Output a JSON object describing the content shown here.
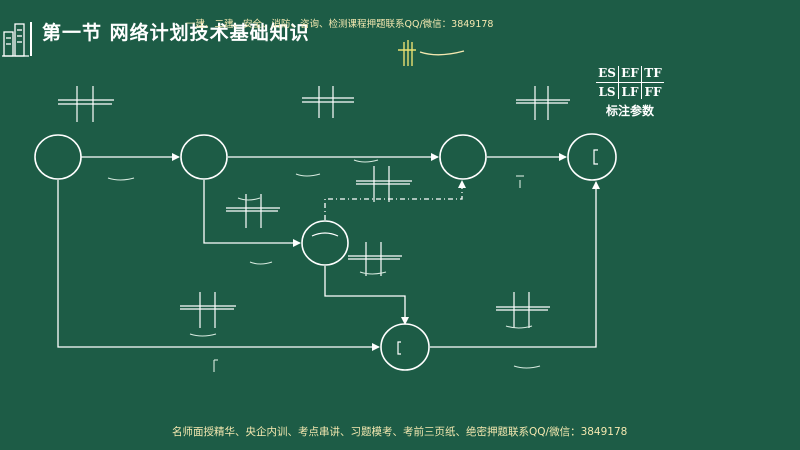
{
  "slide": {
    "title": "第一节   网络计划技术基础知识",
    "watermark": "一建、二建、安全、消防、咨询、检测课程押题联系QQ/微信：3849178",
    "footer": "名师面授精华、央企内训、考点串讲、习题模考、考前三页纸、绝密押题联系QQ/微信：3849178"
  },
  "legend": {
    "top": [
      "ES",
      "EF",
      "TF"
    ],
    "bottom": [
      "LS",
      "LF",
      "FF"
    ],
    "caption": "标注参数"
  },
  "colors": {
    "background": "#1d5c46",
    "line": "#ffffff",
    "annotation": "#f4e8b0"
  },
  "icons": [
    "building-logo-icon"
  ]
}
